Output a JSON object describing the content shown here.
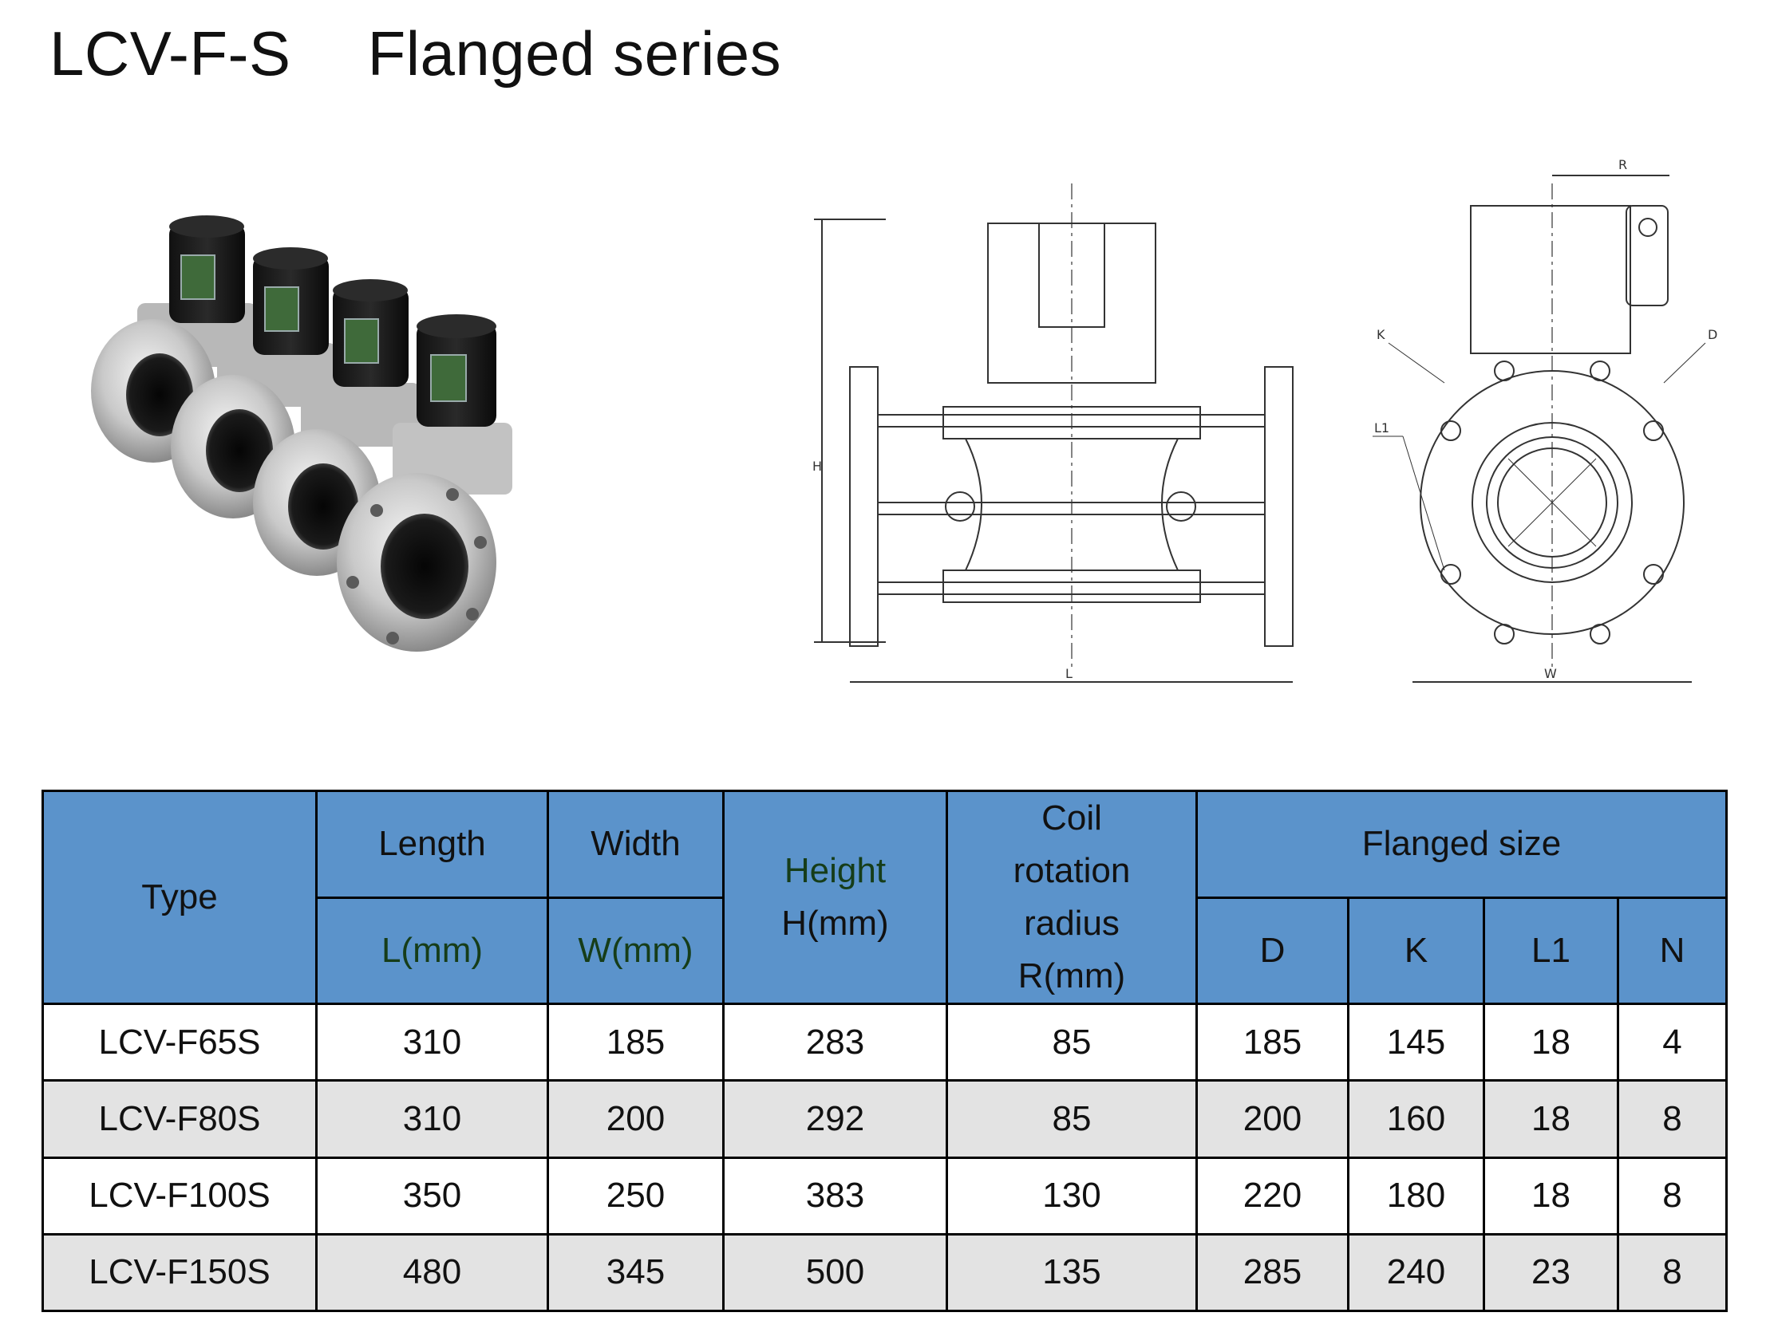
{
  "header": {
    "model": "LCV-F-S",
    "series": "Flanged series"
  },
  "drawing": {
    "front_labels": {
      "height": "H",
      "length": "L"
    },
    "side_labels": {
      "radius": "R",
      "k": "K",
      "d": "D",
      "l1": "L1",
      "width": "W"
    }
  },
  "table": {
    "headers": {
      "type": "Type",
      "length": "Length",
      "length_unit": "L(mm)",
      "width": "Width",
      "width_unit": "W(mm)",
      "height_1": "Height",
      "height_2": "H(mm)",
      "coil_1": "Coil",
      "coil_2": "rotation",
      "coil_3": "radius",
      "coil_4": "R(mm)",
      "flanged": "Flanged size",
      "d": "D",
      "k": "K",
      "l1": "L1",
      "n": "N"
    },
    "rows": [
      {
        "type": "LCV-F65S",
        "l": "310",
        "w": "185",
        "h": "283",
        "r": "85",
        "d": "185",
        "k": "145",
        "l1": "18",
        "n": "4"
      },
      {
        "type": "LCV-F80S",
        "l": "310",
        "w": "200",
        "h": "292",
        "r": "85",
        "d": "200",
        "k": "160",
        "l1": "18",
        "n": "8"
      },
      {
        "type": "LCV-F100S",
        "l": "350",
        "w": "250",
        "h": "383",
        "r": "130",
        "d": "220",
        "k": "180",
        "l1": "18",
        "n": "8"
      },
      {
        "type": "LCV-F150S",
        "l": "480",
        "w": "345",
        "h": "500",
        "r": "135",
        "d": "285",
        "k": "240",
        "l1": "23",
        "n": "8"
      }
    ]
  }
}
